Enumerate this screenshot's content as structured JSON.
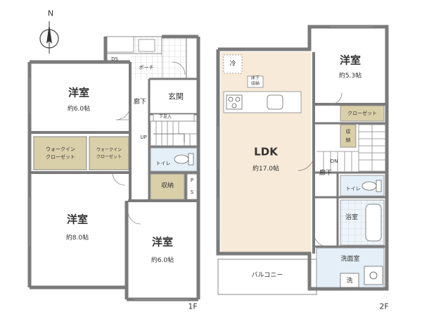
{
  "compass": {
    "north": "N"
  },
  "floor1": {
    "floor_label": "1F",
    "ds": "DS",
    "porch": "ポーチ",
    "entrance": "玄関",
    "hallway": "廊下",
    "shoe_box": "下足入",
    "up": "UP",
    "toilet": "トイレ",
    "storage": "収納",
    "ps_p": "P",
    "ps_s": "S",
    "wic_left": {
      "line1": "ウォークイン",
      "line2": "クローゼット"
    },
    "wic_right": {
      "line1": "ウォークイン",
      "line2": "クローゼット"
    },
    "room_top": {
      "name": "洋室",
      "size": "約6.0帖"
    },
    "room_bottom_left": {
      "name": "洋室",
      "size": "約8.0帖"
    },
    "room_bottom_right": {
      "name": "洋室",
      "size": "約6.0帖"
    }
  },
  "floor2": {
    "floor_label": "2F",
    "fridge": "冷",
    "floor_storage": {
      "line1": "床下",
      "line2": "収納"
    },
    "ldk": {
      "name": "LDK",
      "size": "約17.0帖"
    },
    "room": {
      "name": "洋室",
      "size": "約5.3帖"
    },
    "closet": "クローゼット",
    "storage": {
      "line1": "収",
      "line2": "納"
    },
    "dn": "DN",
    "hallway": "廊下",
    "toilet": "トイレ",
    "bath": "浴室",
    "washroom": "洗面室",
    "washer": "洗",
    "balcony": "バルコニー"
  },
  "colors": {
    "wall": "#7a7a7a",
    "room_floor": "#ffffff",
    "ldk_floor": "#f7ead8",
    "storage_fill": "#d9cfa9",
    "wet_fill": "#e4eff8",
    "tile": "#bdbdbd"
  }
}
